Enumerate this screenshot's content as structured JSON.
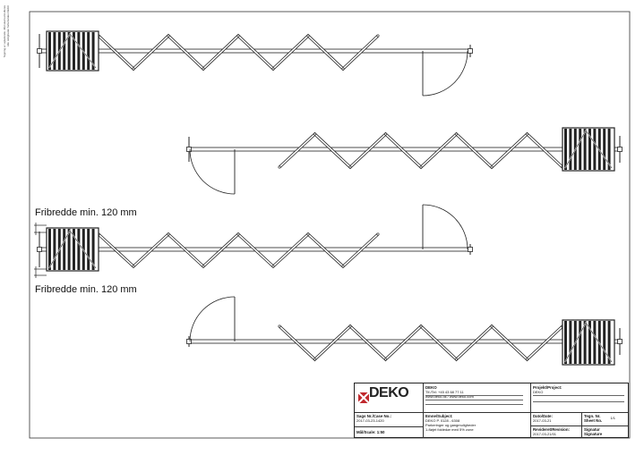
{
  "side_note": {
    "line1": "Tegning er vejledende. Mål skal kontrolleres",
    "line2": "Alle rettigheder forbeholdes DEKO"
  },
  "dimensions": {
    "upper_label": "Fribredde min. 120 mm",
    "lower_label": "Fribredde min. 120 mm"
  },
  "title_block": {
    "logo_text": "DEKO",
    "company": {
      "name": "DEKO",
      "phone": "Tlf./Tel: +45 43 68 77 11",
      "web": "www.deko.dk / www.deko.com"
    },
    "project": {
      "label": "Projekt/Project:",
      "value": "DEKO"
    },
    "case": {
      "label": "Sags Nr./Case No.:",
      "value": "2017-03-23-1420"
    },
    "subject": {
      "label": "Emne/Subject:",
      "line1": "DEKO P. 0128 - 6308",
      "line2": "Parkeringer og gangmuligheder",
      "line3": "1-fløjet foldedør med 5% zone"
    },
    "date": {
      "label": "Dato/Date:",
      "value": "2017-03-21"
    },
    "sheet": {
      "label": "Tegn. Nr.",
      "sub_label": "Sheet No.",
      "value": "1/1"
    },
    "scale": {
      "label": "Mål/Scale: 1:50"
    },
    "revision": {
      "label": "Revideret/Revision:",
      "value": "2017-03-21/01"
    },
    "signature": {
      "label": "Signatur",
      "sub_label": "Signature"
    }
  }
}
